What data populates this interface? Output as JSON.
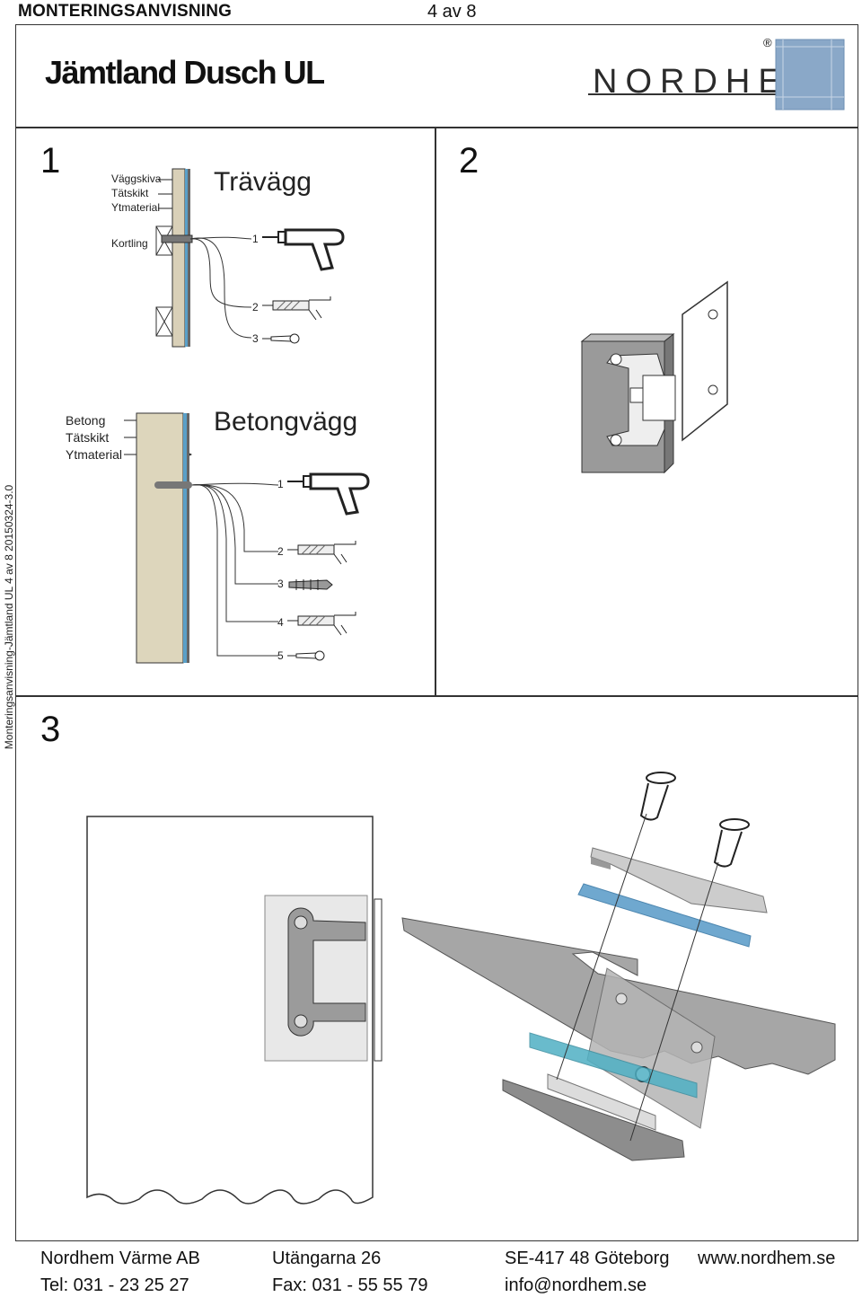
{
  "header": {
    "section": "MONTERINGSANVISNING",
    "page": "4 av 8"
  },
  "title": "Jämtland Dusch UL",
  "logo": {
    "text": "NORDHEM",
    "registered": "®"
  },
  "side_text": "Monteringsanvisning-Jämtland UL 4 av 8 20150324-3.0",
  "steps": {
    "one": {
      "number": "1",
      "wood": {
        "heading": "Trävägg",
        "labels": [
          "Väggskiva",
          "Tätskikt",
          "Ytmaterial",
          "Kortling"
        ],
        "tools": [
          "1",
          "2",
          "3"
        ]
      },
      "concrete": {
        "heading": "Betongvägg",
        "labels": [
          "Betong",
          "Tätskikt",
          "Ytmaterial"
        ],
        "tools": [
          "1",
          "2",
          "3",
          "4",
          "5"
        ]
      }
    },
    "two": {
      "number": "2"
    },
    "three": {
      "number": "3"
    }
  },
  "footer": {
    "company": "Nordhem Värme AB",
    "address": "Utängarna 26",
    "city": "SE-417 48 Göteborg",
    "web": "www.nordhem.se",
    "tel": "Tel: 031 - 23 25 27",
    "fax": "Fax: 031 - 55 55 79",
    "email": "info@nordhem.se"
  },
  "colors": {
    "wall_beige": "#d9d0b8",
    "membrane_blue": "#5aa0c8",
    "logo_blue": "#8aa8c8",
    "glass_gray": "#a8a8a8"
  }
}
